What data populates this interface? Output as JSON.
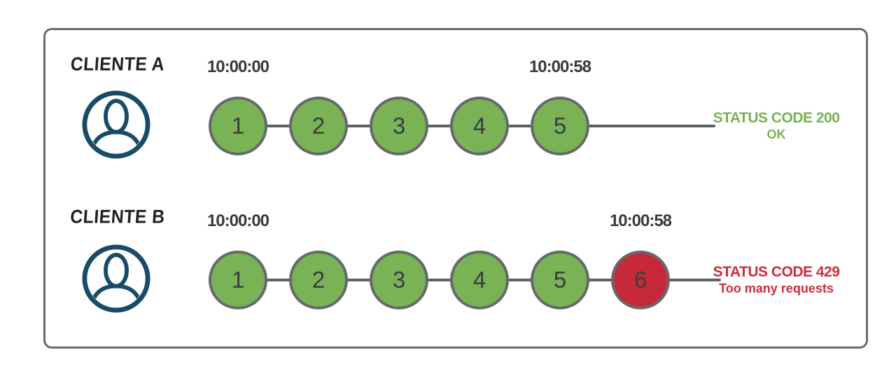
{
  "diagram": {
    "rows": [
      {
        "client_label": "CLIENTE A",
        "start_time": "10:00:00",
        "end_time": "10:00:58",
        "requests": [
          {
            "label": "1",
            "state": "ok"
          },
          {
            "label": "2",
            "state": "ok"
          },
          {
            "label": "3",
            "state": "ok"
          },
          {
            "label": "4",
            "state": "ok"
          },
          {
            "label": "5",
            "state": "ok"
          }
        ],
        "status_code_text": "STATUS CODE 200",
        "status_message_text": "OK",
        "status_color": "#77b255"
      },
      {
        "client_label": "CLIENTE B",
        "start_time": "10:00:00",
        "end_time": "10:00:58",
        "requests": [
          {
            "label": "1",
            "state": "ok"
          },
          {
            "label": "2",
            "state": "ok"
          },
          {
            "label": "3",
            "state": "ok"
          },
          {
            "label": "4",
            "state": "ok"
          },
          {
            "label": "5",
            "state": "ok"
          },
          {
            "label": "6",
            "state": "rate_limited"
          }
        ],
        "status_code_text": "STATUS CODE 429",
        "status_message_text": "Too many requests",
        "status_color": "#cf2b3a"
      }
    ],
    "colors": {
      "background": "#ffffff",
      "frame_border": "#6b6b6b",
      "request_ok": "#79b356",
      "request_rate_limited": "#c7293a",
      "circle_border": "#66696c",
      "timeline_line": "#5d6164",
      "person_icon": "#174b68",
      "timestamp_text": "#38393b",
      "client_label_text": "#222222",
      "circle_number_text": "#3a3d40"
    }
  }
}
